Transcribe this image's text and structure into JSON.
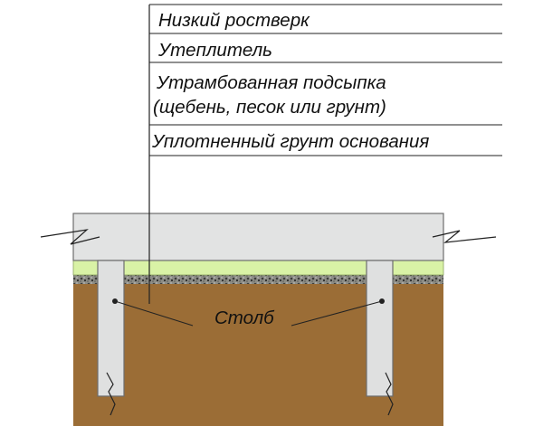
{
  "labels": {
    "low_grillage": "Низкий ростверк",
    "insulation": "Утеплитель",
    "backfill_line1": "Утрамбованная подсыпка",
    "backfill_line2": "(щебень, песок или грунт)",
    "base_soil": "Уплотненный грунт основания",
    "pillar": "Столб"
  },
  "colors": {
    "grillage": "#e2e3e3",
    "insulation": "#d9f2a6",
    "gravel": "#7a7a72",
    "soil": "#9b6d36",
    "pillar": "#dfe0e0",
    "line": "#222222"
  }
}
